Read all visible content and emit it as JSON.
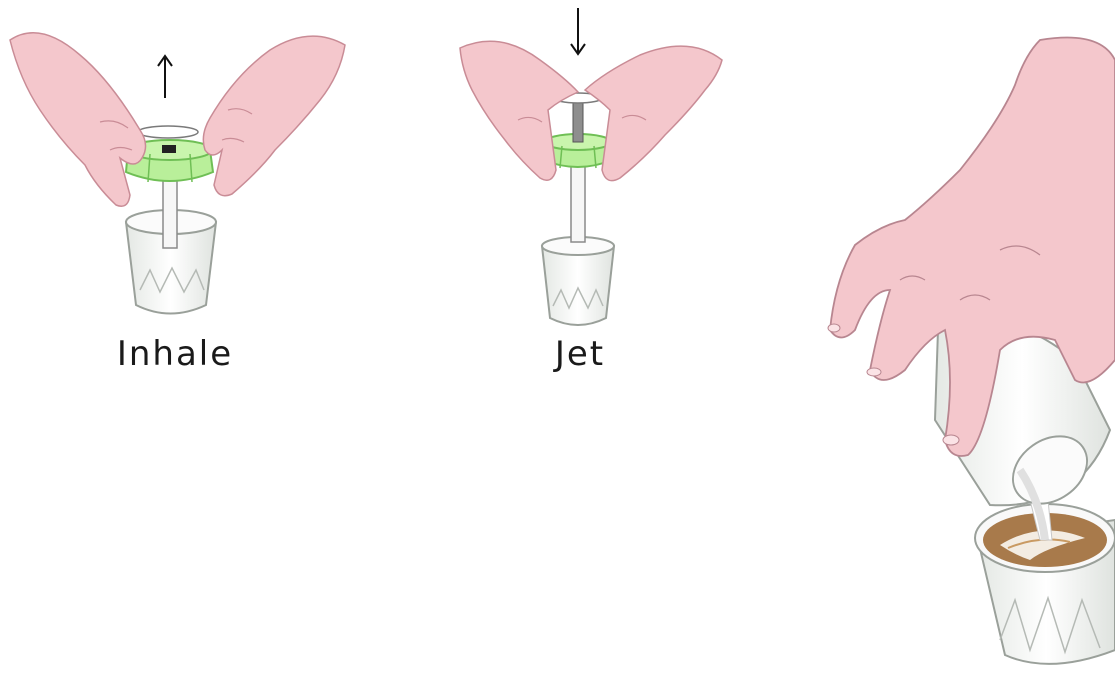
{
  "steps": [
    {
      "label": "Inhale",
      "arrow": "up"
    },
    {
      "label": "Jet",
      "arrow": "down"
    },
    {
      "label": "",
      "action": "pour"
    }
  ],
  "colors": {
    "skin": "#f4c7cc",
    "skin_shadow": "#e7a9b2",
    "frother_green": "#b9ef9a",
    "frother_green_dark": "#8fd872",
    "glass": "#f5f6f5",
    "glass_line": "#9aa09a",
    "milk": "#ffffff",
    "coffee": "#a87a4b",
    "crema": "#c99a62",
    "outline": "#5a5a5a"
  }
}
